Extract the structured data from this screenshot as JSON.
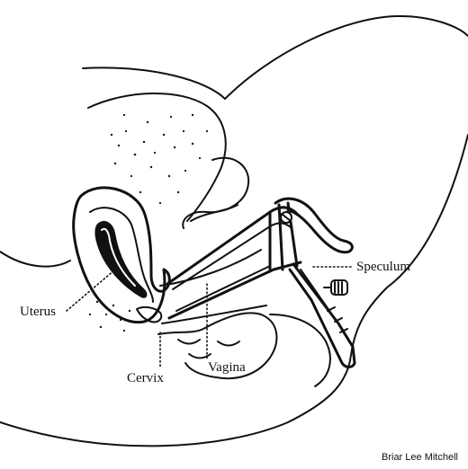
{
  "labels": {
    "uterus": "Uterus",
    "cervix": "Cervix",
    "vagina": "Vagina",
    "speculum": "Speculum"
  },
  "credit": "Briar Lee Mitchell",
  "colors": {
    "ink": "#111111",
    "background": "#ffffff"
  }
}
